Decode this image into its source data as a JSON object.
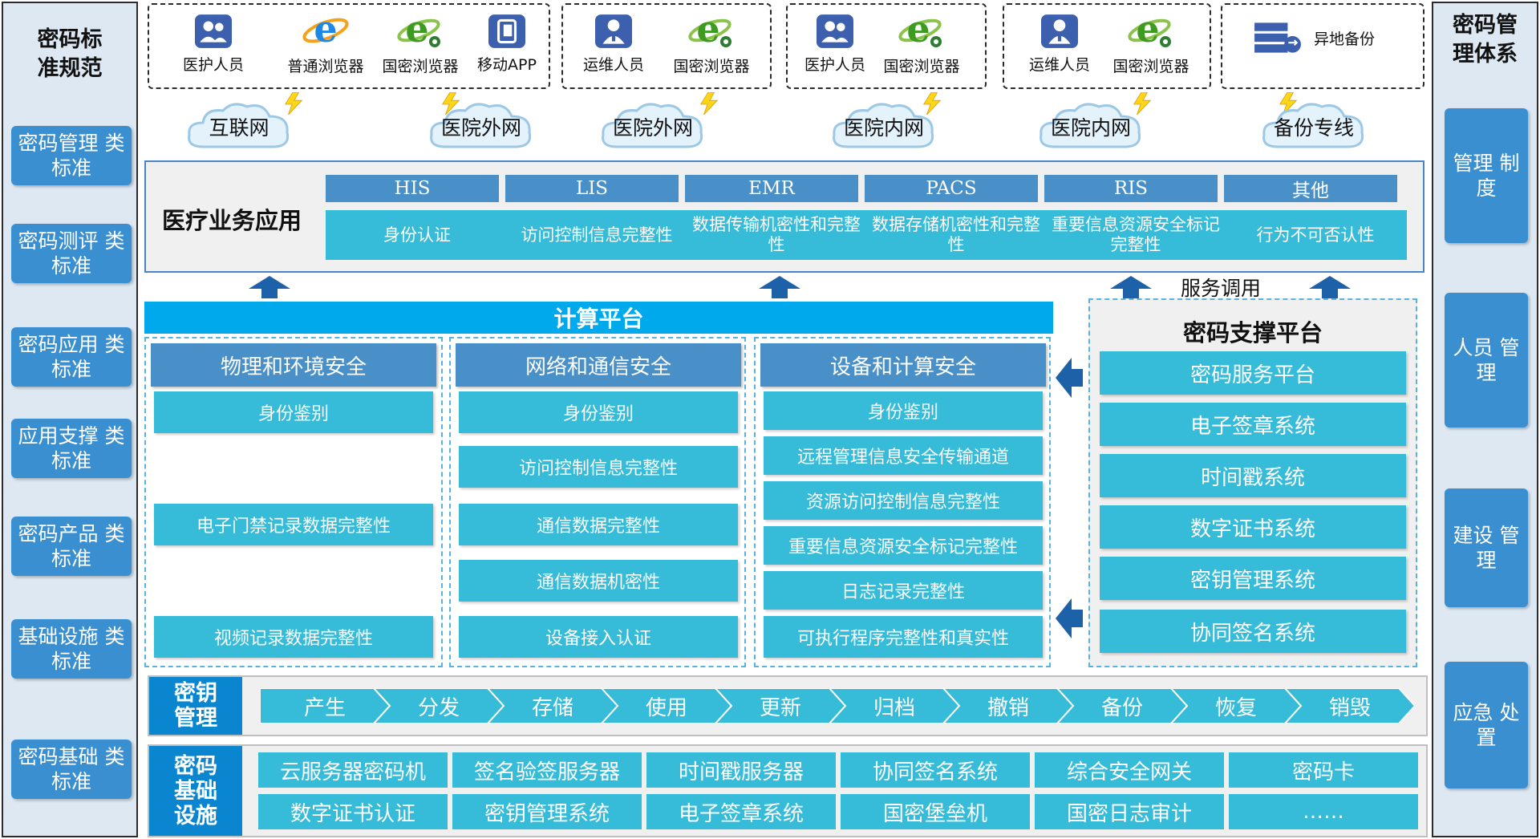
{
  "left_panel": {
    "title": "密码标\n准规范",
    "items": [
      "密码管理\n类标准",
      "密码测评\n类标准",
      "密码应用\n类标准",
      "应用支撑\n类标准",
      "密码产品\n类标准",
      "基础设施\n类标准",
      "密码基础\n类标准"
    ]
  },
  "right_panel": {
    "title": "密码管\n理体系",
    "items": [
      "管理\n制度",
      "人员\n管理",
      "建设\n管理",
      "应急\n处置"
    ]
  },
  "user_groups": [
    {
      "items": [
        {
          "icon": "people-icon",
          "label": "医护人员"
        },
        {
          "icon": "ie-browser-icon",
          "label": "普通浏览器"
        },
        {
          "icon": "national-browser-icon",
          "label": "国密浏览器"
        },
        {
          "icon": "mobile-app-icon",
          "label": "移动APP"
        }
      ]
    },
    {
      "items": [
        {
          "icon": "person-icon",
          "label": "运维人员"
        },
        {
          "icon": "national-browser-icon",
          "label": "国密浏览器"
        }
      ]
    },
    {
      "items": [
        {
          "icon": "people-icon",
          "label": "医护人员"
        },
        {
          "icon": "national-browser-icon",
          "label": "国密浏览器"
        }
      ]
    },
    {
      "items": [
        {
          "icon": "person-icon",
          "label": "运维人员"
        },
        {
          "icon": "national-browser-icon",
          "label": "国密浏览器"
        }
      ]
    },
    {
      "items": [
        {
          "icon": "server-backup-icon",
          "label": "异地备份"
        }
      ]
    }
  ],
  "networks": [
    "互联网",
    "医院外网",
    "医院外网",
    "医院内网",
    "医院内网",
    "备份专线"
  ],
  "medical_app": {
    "title": "医疗业务应用",
    "systems": [
      "HIS",
      "LIS",
      "EMR",
      "PACS",
      "RIS",
      "其他"
    ],
    "features": [
      "身份认证",
      "访问控制信息完整性",
      "数据传输机密性和完整性",
      "数据存储机密性和完整性",
      "重要信息资源安全标记完整性",
      "行为不可否认性"
    ]
  },
  "service_call_label": "服务调用",
  "compute_platform": {
    "title": "计算平台",
    "columns": [
      {
        "title": "物理和环境安全",
        "items": [
          "身份鉴别",
          "电子门禁记录数据完整性",
          "视频记录数据完整性"
        ]
      },
      {
        "title": "网络和通信安全",
        "items": [
          "身份鉴别",
          "访问控制信息完整性",
          "通信数据完整性",
          "通信数据机密性",
          "设备接入认证"
        ]
      },
      {
        "title": "设备和计算安全",
        "items": [
          "身份鉴别",
          "远程管理信息安全传输通道",
          "资源访问控制信息完整性",
          "重要信息资源安全标记完整性",
          "日志记录完整性",
          "可执行程序完整性和真实性"
        ]
      }
    ]
  },
  "crypto_support": {
    "title": "密码支撑平台",
    "items": [
      "密码服务平台",
      "电子签章系统",
      "时间戳系统",
      "数字证书系统",
      "密钥管理系统",
      "协同签名系统"
    ]
  },
  "key_management": {
    "title": "密钥\n管理",
    "steps": [
      "产生",
      "分发",
      "存储",
      "使用",
      "更新",
      "归档",
      "撤销",
      "备份",
      "恢复",
      "销毁"
    ]
  },
  "crypto_infra": {
    "title": "密码\n基础\n设施",
    "row1": [
      "云服务器密码机",
      "签名验签服务器",
      "时间戳服务器",
      "协同签名系统",
      "综合安全网关",
      "密码卡"
    ],
    "row2": [
      "数字证书认证",
      "密钥管理系统",
      "电子签章系统",
      "国密堡垒机",
      "国密日志审计",
      "……"
    ]
  },
  "colors": {
    "dark_blue": "#4a90c8",
    "cyan": "#36bcd9",
    "bright_blue": "#00a8ec",
    "title_blue": "#0a86d0"
  }
}
